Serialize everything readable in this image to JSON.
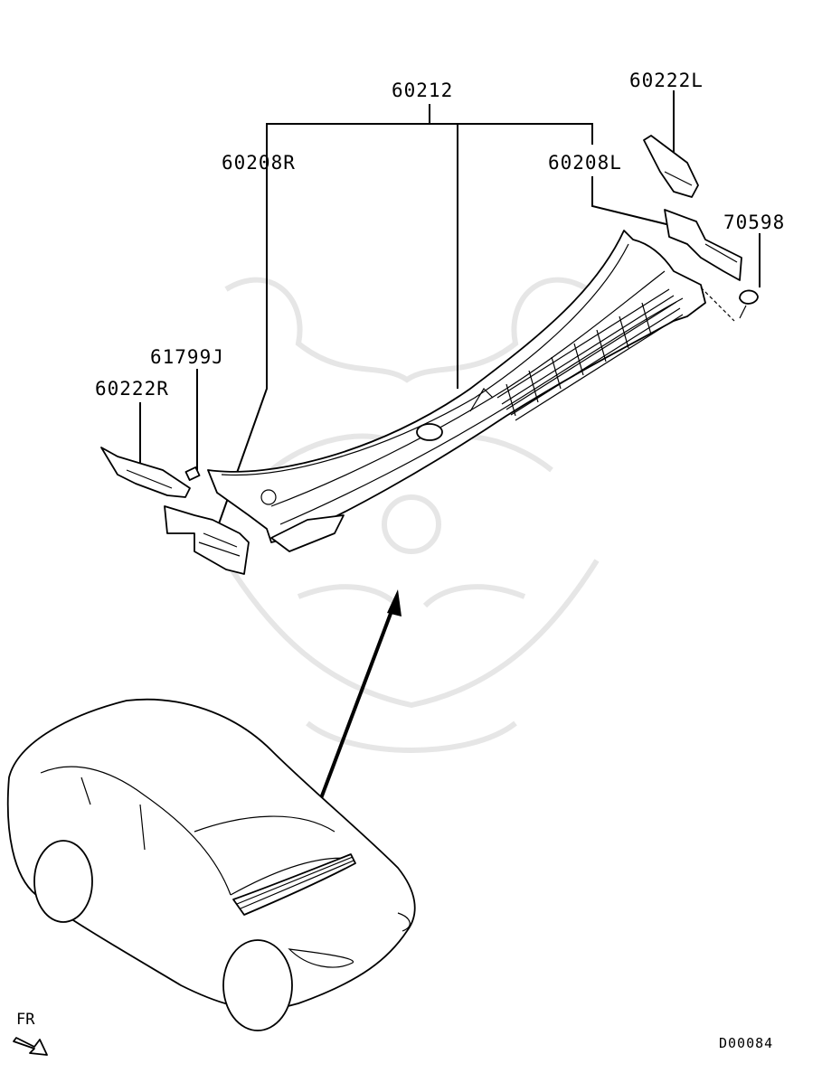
{
  "labels": {
    "cowl_assembly": "60212",
    "cowl_right": "60208R",
    "cowl_left": "60208L",
    "bracket_left": "60222L",
    "clip": "70598",
    "seal": "61799J",
    "bracket_right": "60222R"
  },
  "footer": {
    "direction": "FR",
    "diagram_code": "D00084"
  }
}
